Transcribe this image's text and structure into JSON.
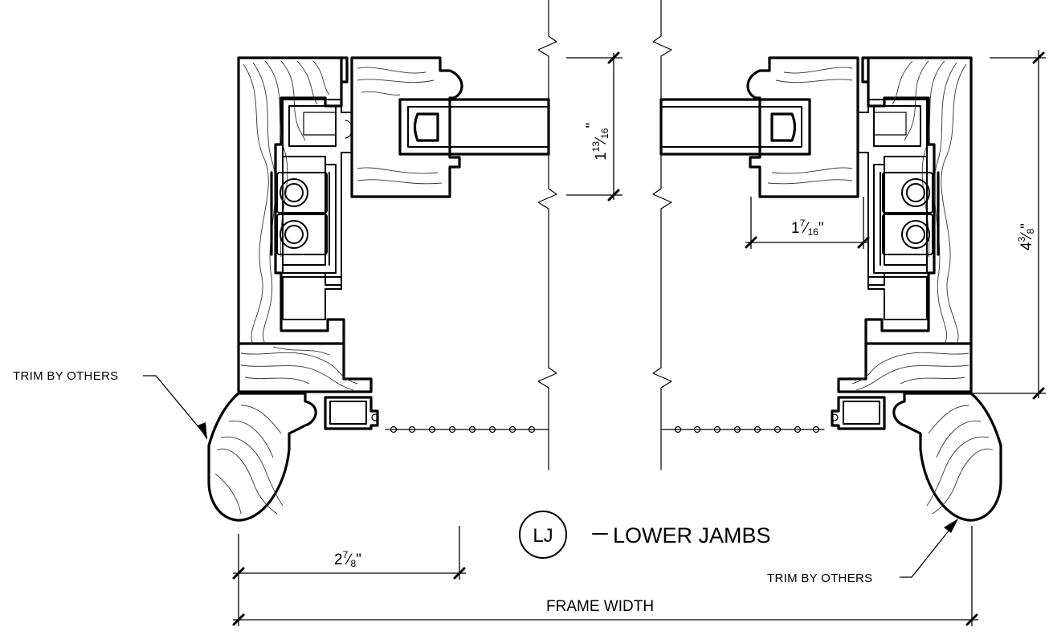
{
  "detail": {
    "tag": "LJ",
    "title": "LOWER JAMBS"
  },
  "notes": {
    "trim_left": "TRIM BY OTHERS",
    "trim_right": "TRIM BY OTHERS"
  },
  "dimensions": {
    "frame_width": "FRAME WIDTH",
    "jamb_depth_whole": "2",
    "jamb_depth_num": "7",
    "jamb_depth_den": "8",
    "sash_thick_whole": "1",
    "sash_thick_num": "13",
    "sash_thick_den": "16",
    "sight_whole": "1",
    "sight_num": "7",
    "sight_den": "16",
    "frame_depth_whole": "4",
    "frame_depth_num": "3",
    "frame_depth_den": "8",
    "inch_mark": "\""
  }
}
